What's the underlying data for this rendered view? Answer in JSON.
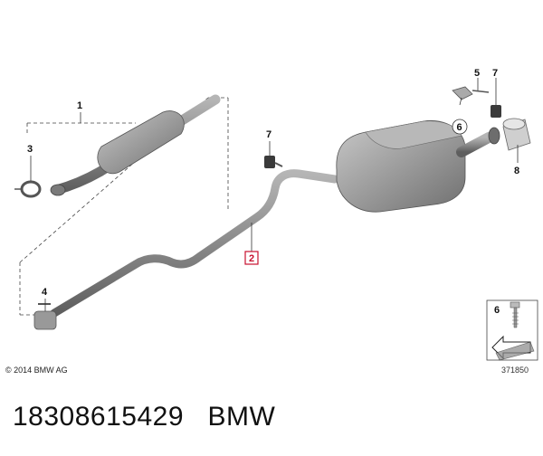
{
  "callouts": {
    "c1": "1",
    "c2": "2",
    "c3": "3",
    "c4": "4",
    "c5": "5",
    "c6_top": "6",
    "c7_left": "7",
    "c7_right": "7",
    "c8": "8",
    "c6_box": "6"
  },
  "footer": {
    "copyright": "© 2014 BMW AG",
    "diagram_number": "371850"
  },
  "caption": {
    "part_number": "18308615429",
    "brand": "BMW"
  },
  "colors": {
    "pipe": "#8e8e8e",
    "pipe_dark": "#6a6a6a",
    "muffler": "#9a9a9a",
    "highlight_box": "#c8102e"
  }
}
